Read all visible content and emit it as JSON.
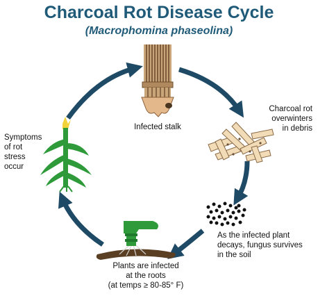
{
  "title": "Charcoal Rot Disease Cycle",
  "subtitle": "(Macrophomina phaseolina)",
  "stages": {
    "infected_stalk": "Infected stalk",
    "overwinter": "Charcoal rot\noverwinters\nin debris",
    "soil": "As the infected plant\ndecays, fungus survives\nin the soil",
    "roots": "Plants are infected\nat the roots\n(at temps ≥ 80-85° F)",
    "symptoms": "Symptoms\nof rot\nstress\noccur"
  },
  "colors": {
    "title": "#1f5a78",
    "arrow": "#1f4a66",
    "plant_green": "#2e9a3a",
    "stalk_tan": "#c9a57a",
    "soil_brown": "#5a3f23"
  }
}
